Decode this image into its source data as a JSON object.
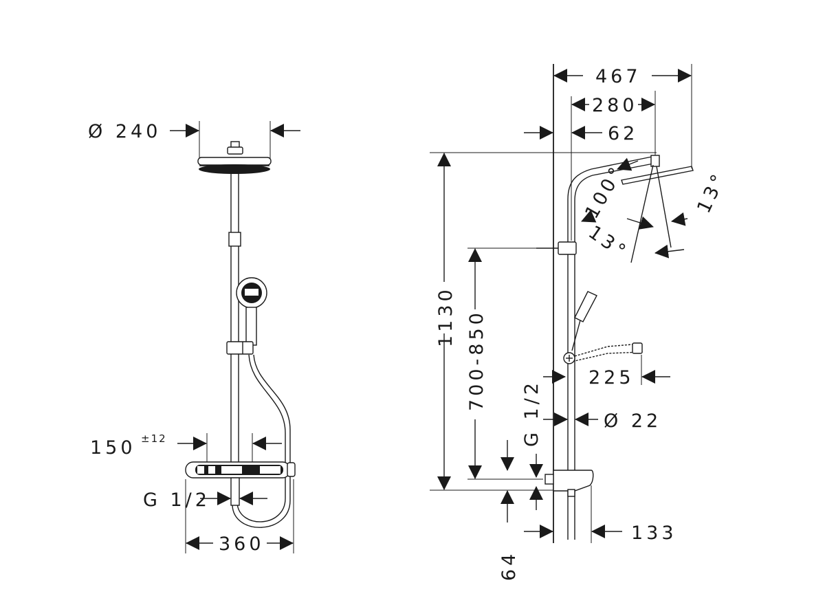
{
  "front_view": {
    "head_diameter": "Ø 240",
    "outlet_offset": "150",
    "outlet_tolerance": "±12",
    "inlet_thread": "G 1/2",
    "thermostat_width": "360"
  },
  "side_view": {
    "overall_depth": "467",
    "arm_projection": "280",
    "wall_clearance": "62",
    "head_angle_upper": "100°",
    "spray_angle_left": "13°",
    "spray_angle_right": "13°",
    "total_height": "1130",
    "holder_height_range": "700-850",
    "hand_shower_depth": "225",
    "inlet_thread": "G 1/2",
    "rail_diameter": "Ø 22",
    "inlet_height": "64",
    "thermostat_depth": "133"
  }
}
